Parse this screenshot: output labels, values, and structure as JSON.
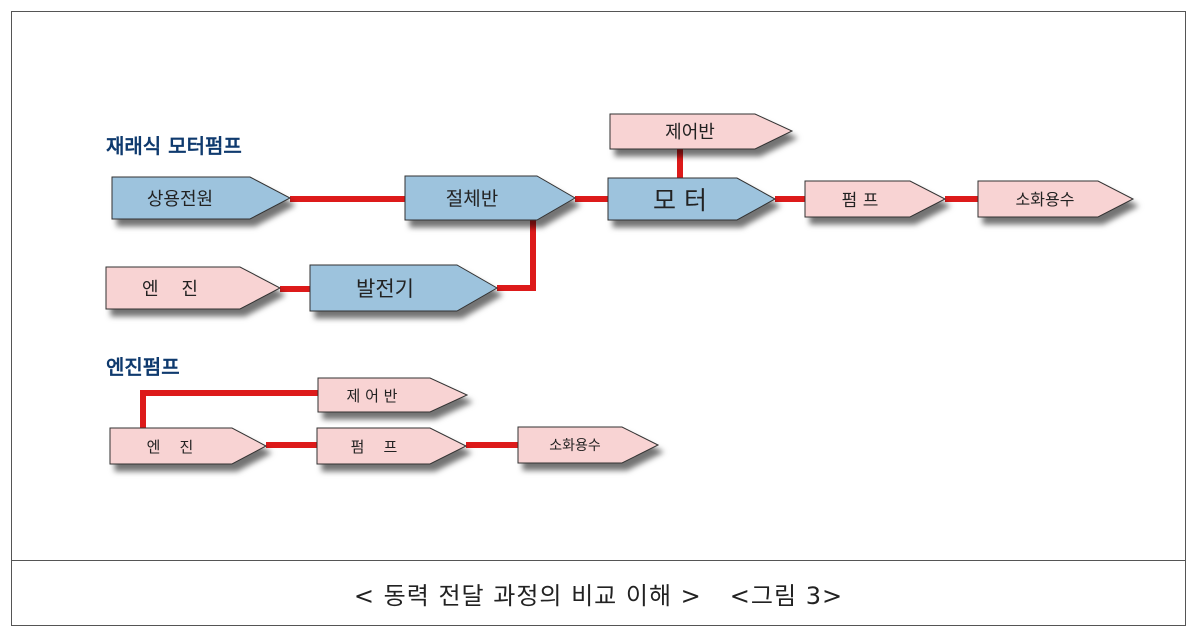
{
  "colors": {
    "blue_fill": "#9dc3dd",
    "pink_fill": "#f8d3d3",
    "line_red": "#dd1a1a",
    "title_blue": "#0f3a6e",
    "shape_border": "#333333"
  },
  "sections": {
    "reserve_motor_pump": "재래식 모터펌프",
    "engine_pump": "엔진펌프"
  },
  "nodes": {
    "commercial_power": "상용전원",
    "transfer_panel": "절체반",
    "control_panel_top": "제어반",
    "motor": "모 터",
    "pump_top": "펌 프",
    "fire_water_top": "소화용수",
    "engine_top": "엔    진",
    "generator": "발전기",
    "control_panel_bottom": "제 어 반",
    "engine_bottom": "엔    진",
    "pump_bottom": "펌    프",
    "fire_water_bottom": "소화용수"
  },
  "caption": {
    "title": "< 동력 전달 과정의 비교 이해 >",
    "figure": "<그림 3>"
  }
}
